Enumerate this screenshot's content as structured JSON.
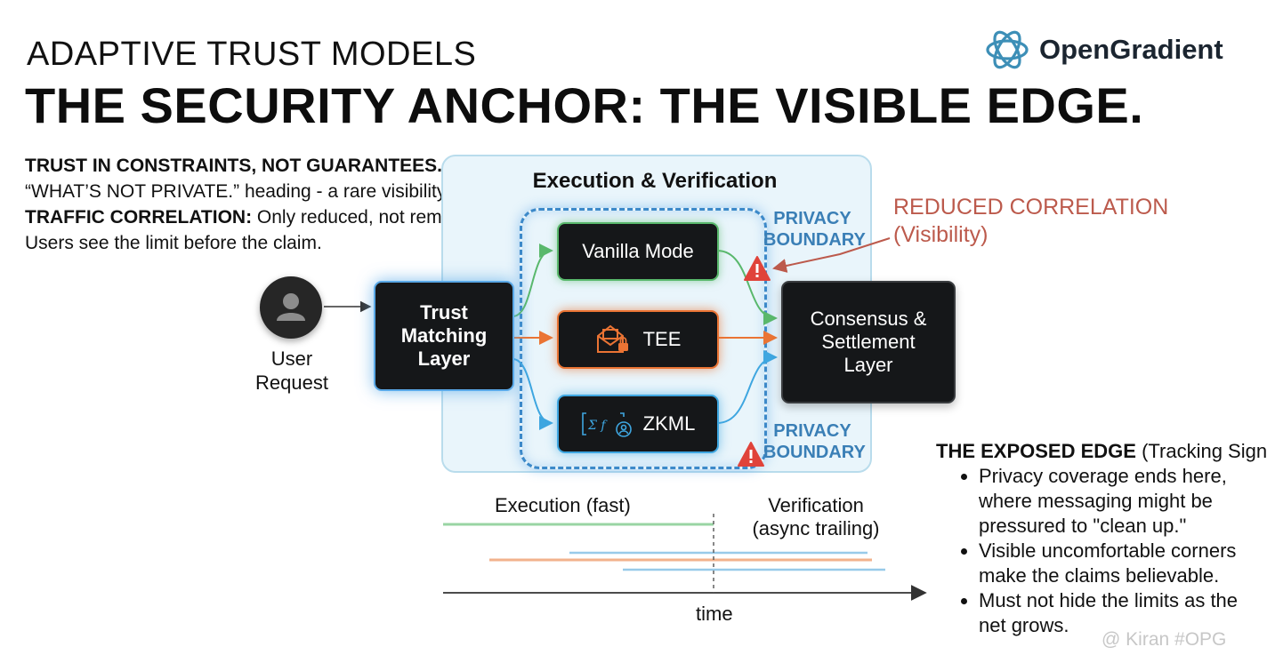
{
  "header": {
    "kicker": "ADAPTIVE TRUST MODELS",
    "title": "THE SECURITY ANCHOR: THE VISIBLE EDGE.",
    "logo_text": "OpenGradient"
  },
  "intro": {
    "line1": "TRUST IN CONSTRAINTS, NOT GUARANTEES.",
    "line2": "“WHAT’S NOT PRIVATE.” heading - a rare visibility.",
    "line3_bold": "TRAFFIC CORRELATION:",
    "line3_rest": " Only reduced, not removed.",
    "line4": "Users see the limit before the claim."
  },
  "diagram": {
    "panel_title": "Execution & Verification",
    "user_label": "User\nRequest",
    "trust_layer": "Trust\nMatching\nLayer",
    "modes": {
      "vanilla": "Vanilla Mode",
      "tee": "TEE",
      "zkml": "ZKML"
    },
    "consensus": "Consensus &\nSettlement\nLayer",
    "privacy_boundary_top": "PRIVACY\nBOUNDARY",
    "privacy_boundary_bottom": "PRIVACY\nBOUNDARY",
    "reduced_correlation": "REDUCED CORRELATION\n(Visibility)",
    "colors": {
      "vanilla": "#59b86c",
      "tee": "#ea7434",
      "zkml": "#3ea6e0",
      "boundary": "#3c89c9",
      "warning": "#e0433a",
      "annotation": "#bc5a4c"
    }
  },
  "exposed_edge": {
    "heading_bold": "THE EXPOSED EDGE",
    "heading_rest": " (Tracking Signal):",
    "bullets": [
      "Privacy coverage ends here, where messaging might be pressured to \"clean up.\"",
      "Visible uncomfortable corners make the claims believable.",
      "Must not hide the limits as the net grows."
    ]
  },
  "timeline": {
    "execution_label": "Execution (fast)",
    "verification_label": "Verification\n(async trailing)",
    "axis_label": "time"
  },
  "watermark": "@ Kiran #OPG"
}
